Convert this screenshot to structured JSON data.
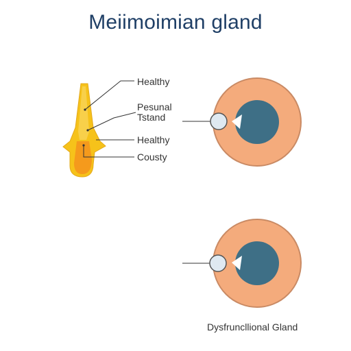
{
  "title": "Meiimoimian gland",
  "labels": {
    "healthy_top": "Healthy",
    "pesunal_line1": "Pesunal",
    "pesunal_line2": "Tstand",
    "healthy_mid": "Healthy",
    "cousty": "Cousty",
    "dysfunctional": "Dysfruncllional Gland"
  },
  "colors": {
    "title": "#1f3f66",
    "gland_outer": "#f6c21a",
    "gland_inner": "#f59a1c",
    "eye_outer": "#f4ab7c",
    "eye_outer_stroke": "#c98a64",
    "iris": "#3e6f86",
    "orifice": "#dfe9f1",
    "leader_line": "#333333"
  },
  "icons": {
    "gland": "gland-shape-icon",
    "eye_healthy": "eye-cross-section-icon",
    "eye_dysfunctional": "eye-cross-section-icon"
  }
}
